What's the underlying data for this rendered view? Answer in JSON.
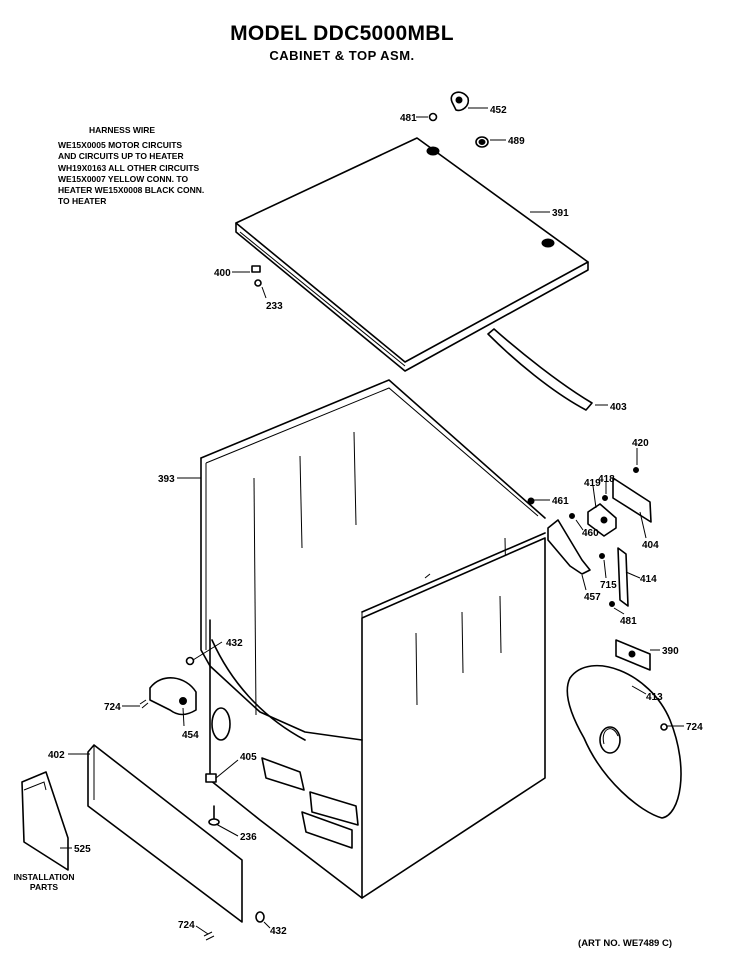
{
  "header": {
    "title": "MODEL DDC5000MBL",
    "subtitle": "CABINET & TOP ASM."
  },
  "harness_note": {
    "heading": "HARNESS WIRE",
    "lines": [
      "WE15X0005 MOTOR CIRCUITS",
      "AND CIRCUITS UP TO HEATER",
      "WH19X0163 ALL OTHER CIRCUITS",
      "WE15X0007 YELLOW CONN. TO",
      "HEATER WE15X0008 BLACK CONN.",
      "TO HEATER"
    ]
  },
  "callouts": {
    "p481a": "481",
    "p452": "452",
    "p489": "489",
    "p391": "391",
    "p400": "400",
    "p233": "233",
    "p403": "403",
    "p420": "420",
    "p393": "393",
    "p461": "461",
    "p419": "419",
    "p418": "418",
    "p460": "460",
    "p404": "404",
    "p715": "715",
    "p414": "414",
    "p457": "457",
    "p481b": "481",
    "p390": "390",
    "p432a": "432",
    "p724a": "724",
    "p454": "454",
    "p413": "413",
    "p724b": "724",
    "p402": "402",
    "p405": "405",
    "p236": "236",
    "p525": "525",
    "p724c": "724",
    "p432b": "432"
  },
  "installation_label": "INSTALLATION PARTS",
  "art_number": "(ART NO. WE7489 C)"
}
